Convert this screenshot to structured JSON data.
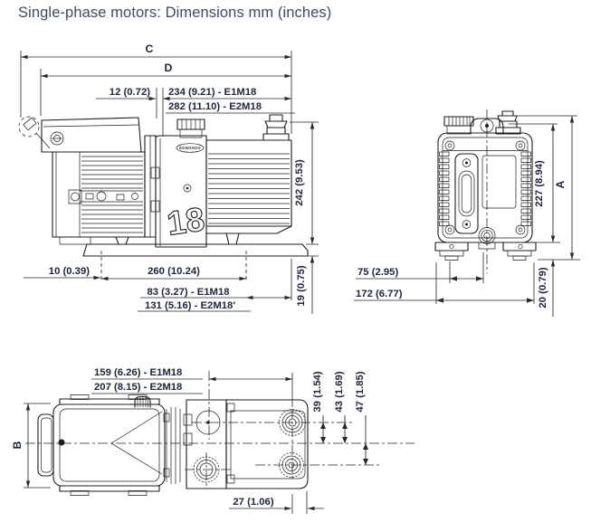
{
  "title": "Single-phase motors: Dimensions mm (inches)",
  "colors": {
    "line": "#1d1d20",
    "dimension_text": "#20273a",
    "title_text": "#3f4b5e",
    "background": "#ffffff"
  },
  "side_view": {
    "logo": "EDWARDS",
    "pump_badge": "18",
    "dims": {
      "overall_c": "C",
      "overall_d": "D",
      "gap": "12 (0.72)",
      "body_length_e1m18": "234 (9.21) - E1M18",
      "body_length_e2m18": "282 (11.10) - E2M18",
      "height": "242 (9.53)",
      "foot_offset": "10 (0.39)",
      "base_length": "260 (10.24)",
      "motor_overhang_e1m18": "83 (3.27) - E1M18",
      "motor_overhang_e2m18": "131 (5.16) - E2M18'",
      "base_height": "19 (0.75)"
    }
  },
  "end_view": {
    "dims": {
      "body_height": "227 (8.94)",
      "overall_height": "A",
      "foot_inner_spacing": "75 (2.95)",
      "foot_outer_spacing": "172 (6.77)",
      "foot_height": "20 (0.79)"
    }
  },
  "top_view": {
    "dims": {
      "inlet_offset_e1m18": "159 (6.26) - E1M18",
      "inlet_offset_e2m18": "207 (8.15) - E2M18",
      "overall_width": "B",
      "port_offset_39": "39 (1.54)",
      "port_offset_43": "43 (1.69)",
      "port_offset_47": "47 (1.85)",
      "edge_offset_27": "27 (1.06)"
    }
  }
}
